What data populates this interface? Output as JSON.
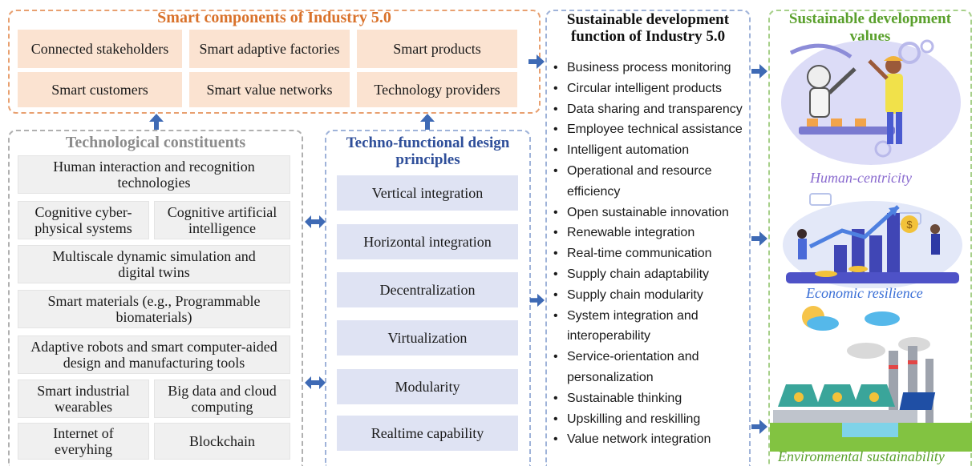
{
  "smart_components": {
    "title": "Smart components of Industry 5.0",
    "items": [
      "Connected stakeholders",
      "Smart adaptive factories",
      "Smart products",
      "Smart customers",
      "Smart value networks",
      "Technology providers"
    ]
  },
  "technological_constituents": {
    "title": "Technological constituents",
    "items": [
      "Human interaction and recognition technologies",
      "Cognitive cyber-physical systems",
      "Cognitive artificial intelligence",
      "Multiscale dynamic simulation and digital twins",
      "Smart materials (e.g., Programmable biomaterials)",
      "Adaptive robots and smart computer-aided design and manufacturing tools",
      "Smart industrial wearables",
      "Big data and cloud computing",
      "Internet of everyhing",
      "Blockchain"
    ]
  },
  "design_principles": {
    "title": "Techno-functional design principles",
    "items": [
      "Vertical integration",
      "Horizontal integration",
      "Decentralization",
      "Virtualization",
      "Modularity",
      "Realtime capability"
    ]
  },
  "sustainable_function": {
    "title": "Sustainable development function of Industry 5.0",
    "items": [
      "Business process monitoring",
      "Circular intelligent products",
      "Data sharing and transparency",
      "Employee technical assistance",
      "Intelligent automation",
      "Operational and resource efficiency",
      "Open sustainable innovation",
      "Renewable integration",
      "Real-time communication",
      "Supply chain adaptability",
      "Supply chain modularity",
      "System integration and interoperability",
      "Service-orientation and personalization",
      "Sustainable thinking",
      "Upskilling and reskilling",
      "Value network integration"
    ]
  },
  "sustainable_values": {
    "title": "Sustainable development values",
    "items": [
      "Human-centricity",
      "Economic resilience",
      "Environmental sustainability"
    ]
  },
  "colors": {
    "orange_title": "#d9722b",
    "orange_border": "#e8a070",
    "gray_title": "#8c8c8c",
    "blue_title": "#2f4f9a",
    "green_title": "#5aa02c",
    "green_border": "#a7d08a",
    "caption_purple": "#8a6bcf",
    "caption_blue": "#3a6fd6",
    "caption_green": "#5aa02c",
    "arrow_blue": "#3e6ab5"
  }
}
